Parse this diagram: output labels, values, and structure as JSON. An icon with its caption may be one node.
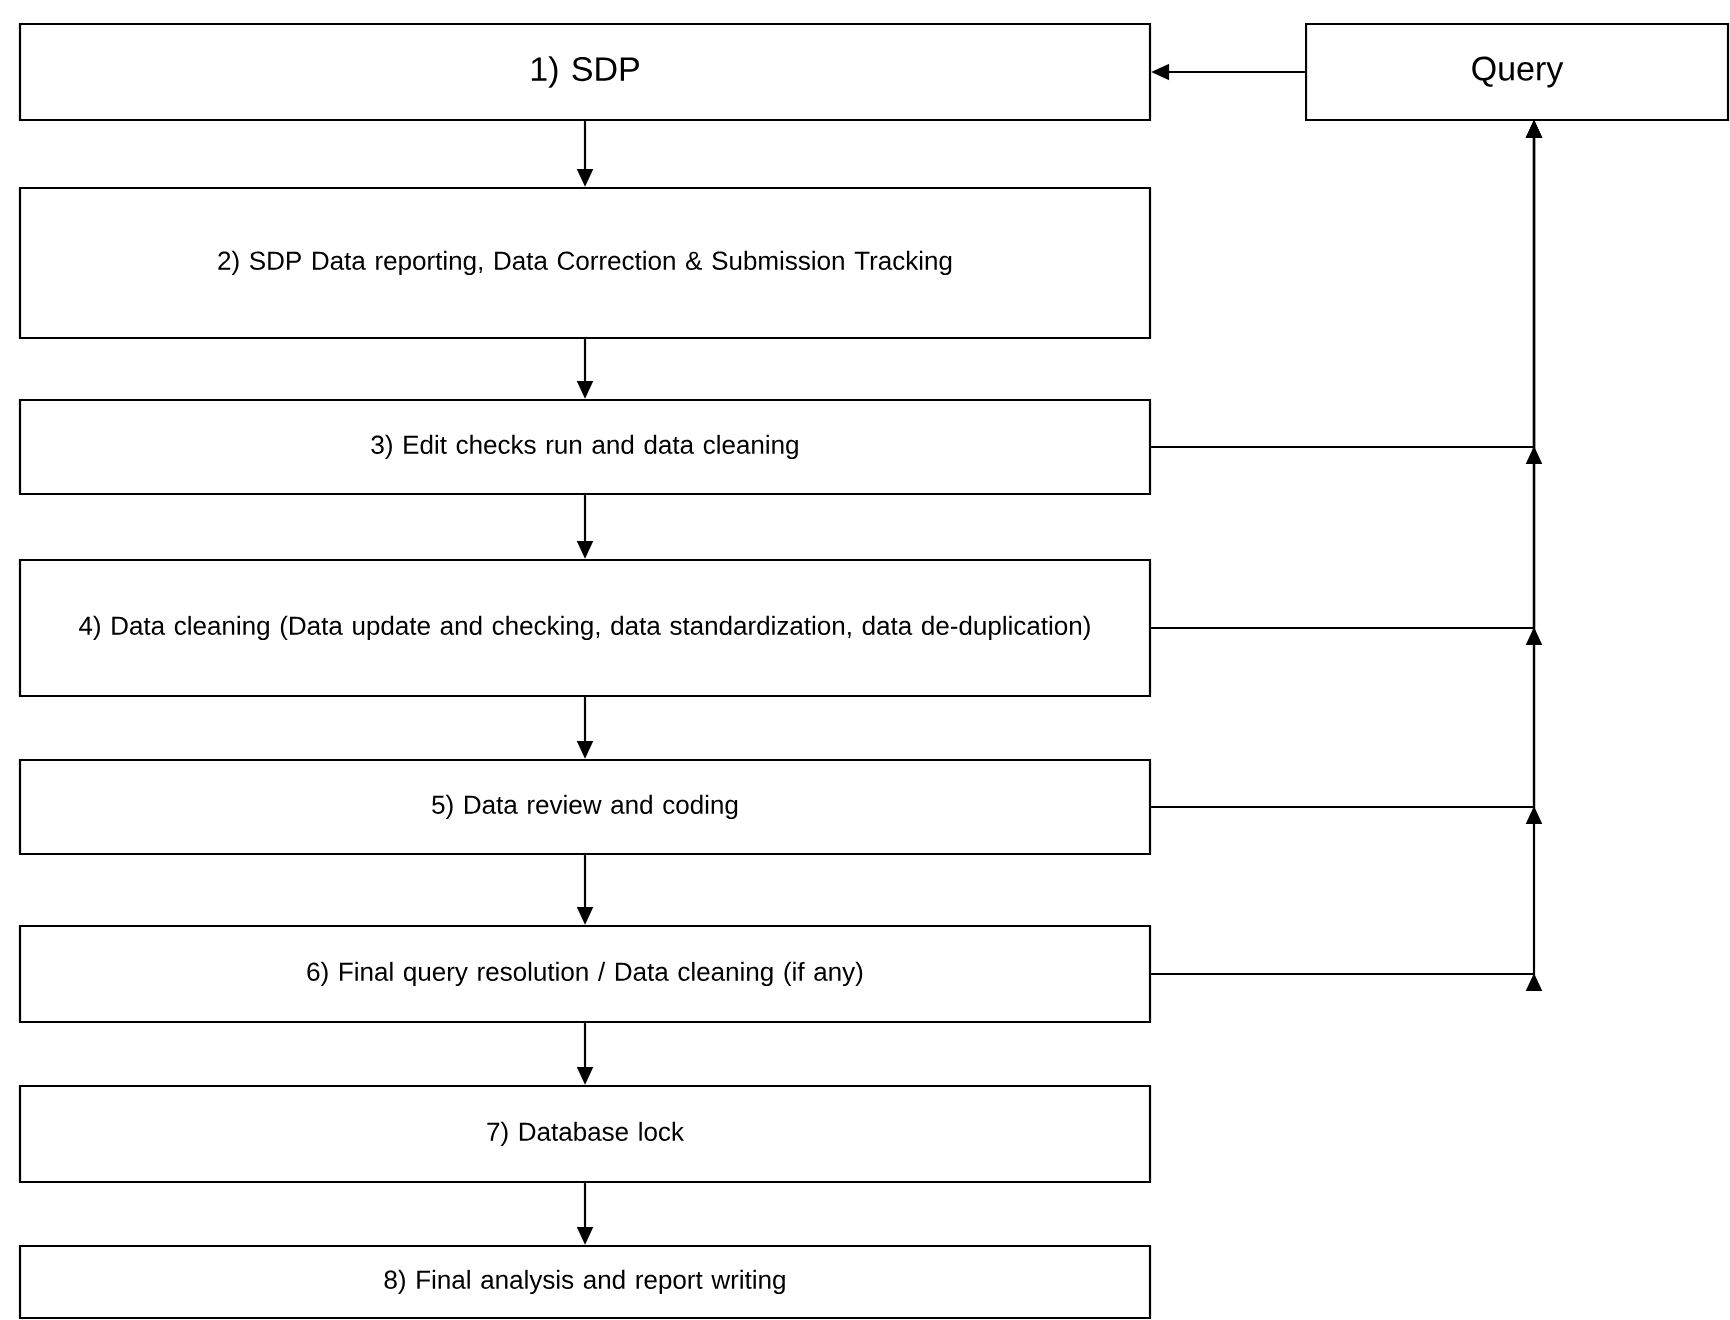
{
  "diagram": {
    "nodes": [
      {
        "text": [
          "1) SDP"
        ]
      },
      {
        "text": [
          "2) SDP Data reporting, Data Correction & Submission Tracking"
        ]
      },
      {
        "text": [
          "3) Edit checks run and data cleaning"
        ]
      },
      {
        "text": [
          "4) Data cleaning (Data update and checking, data standardization, data de-duplication)"
        ]
      },
      {
        "text": [
          "5) Data review and coding"
        ]
      },
      {
        "text": [
          "6) Final query resolution / Data cleaning (if any)"
        ]
      },
      {
        "text": [
          "7) Database lock"
        ]
      },
      {
        "text": [
          "8) Final analysis and report writing"
        ]
      },
      {
        "text": [
          "Query"
        ]
      }
    ],
    "edges": [
      {
        "from": 0,
        "to": 1,
        "arrow": "to"
      },
      {
        "from": 1,
        "to": 2,
        "arrow": "to"
      },
      {
        "from": 2,
        "to": 3,
        "arrow": "to"
      },
      {
        "from": 3,
        "to": 4,
        "arrow": "to"
      },
      {
        "from": 4,
        "to": 5,
        "arrow": "to"
      },
      {
        "from": 5,
        "to": 6,
        "arrow": "to"
      },
      {
        "from": 6,
        "to": 7,
        "arrow": "to"
      },
      {
        "from": 8,
        "to": 0,
        "arrow": "to"
      },
      {
        "from": 2,
        "to": 8,
        "arrow": "to"
      },
      {
        "from": 3,
        "to": 8,
        "arrow": "to"
      },
      {
        "from": 4,
        "to": 8,
        "arrow": "to"
      },
      {
        "from": 5,
        "to": 8,
        "arrow": "to"
      }
    ]
  }
}
